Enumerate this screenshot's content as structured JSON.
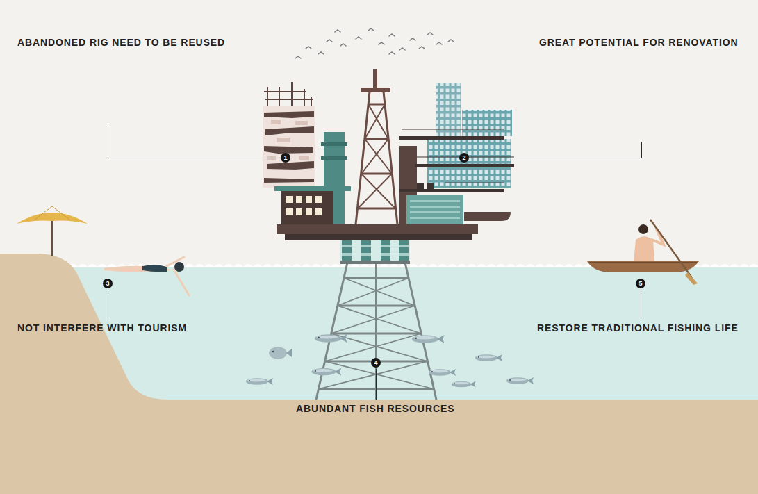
{
  "diagram": {
    "labels": [
      "ABANDONED RIG NEED TO BE REUSED",
      "GREAT POTENTIAL FOR RENOVATION",
      "1",
      "2",
      "3",
      "5",
      "NOT INTERFERE WITH TOURISM",
      "RESTORE TRADITIONAL FISHING LIFE",
      "4",
      "ABUNDANT FISH RESOURCES"
    ]
  }
}
